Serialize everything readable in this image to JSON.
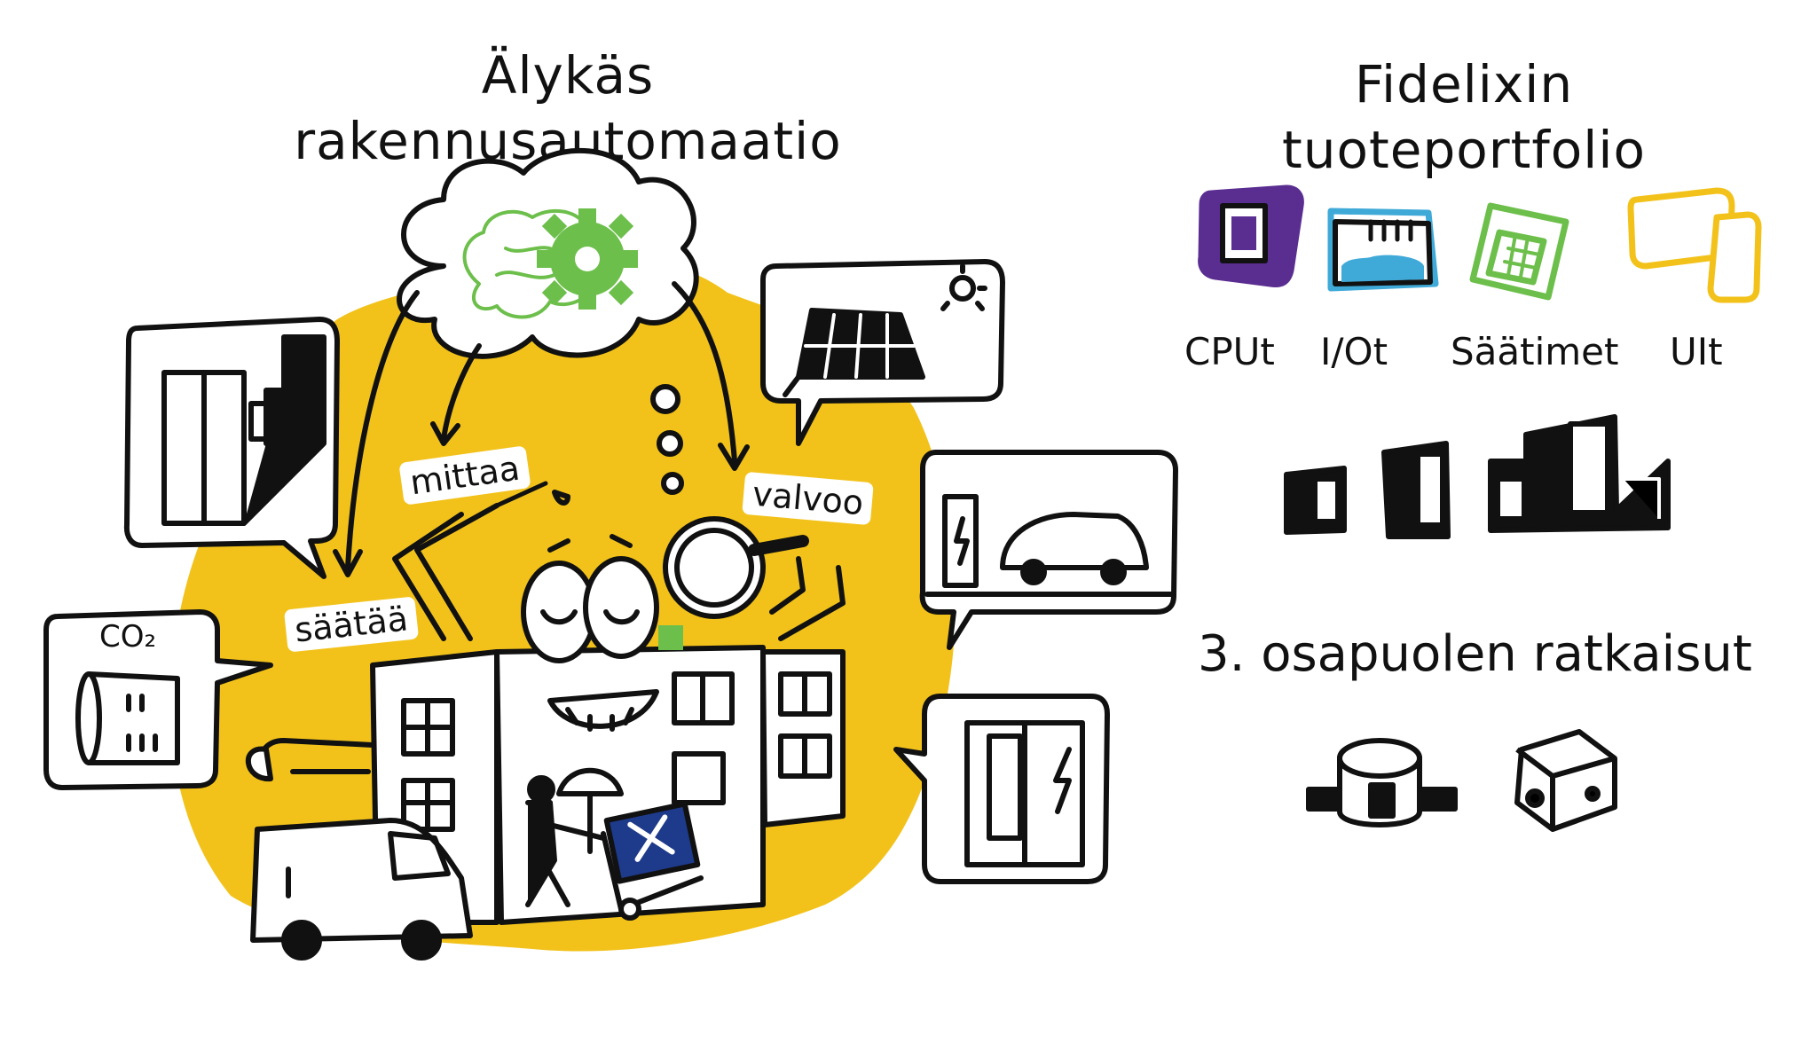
{
  "left_title": {
    "line1": "Älykäs",
    "line2": "rakennusautomaatio"
  },
  "actions": {
    "measure": "mittaa",
    "monitor": "valvoo",
    "control": "säätää"
  },
  "co2_label": "CO₂",
  "right_title": {
    "line1": "Fidelixin",
    "line2": "tuoteportfolio"
  },
  "products": [
    {
      "label": "CPUt",
      "icon": "cpu-icon",
      "color": "#5a2d91"
    },
    {
      "label": "I/Ot",
      "icon": "io-card-icon",
      "color": "#3fa9d8"
    },
    {
      "label": "Säätimet",
      "icon": "controller-icon",
      "color": "#6dbf4b"
    },
    {
      "label": "UIt",
      "icon": "user-interface-icon",
      "color": "#f2c21b"
    }
  ],
  "third_party": {
    "heading": "3. osapuolen ratkaisut"
  },
  "colors": {
    "yellow": "#f2c21b",
    "green": "#6dbf4b",
    "navy": "#1e3a8a",
    "ink": "#111111"
  }
}
